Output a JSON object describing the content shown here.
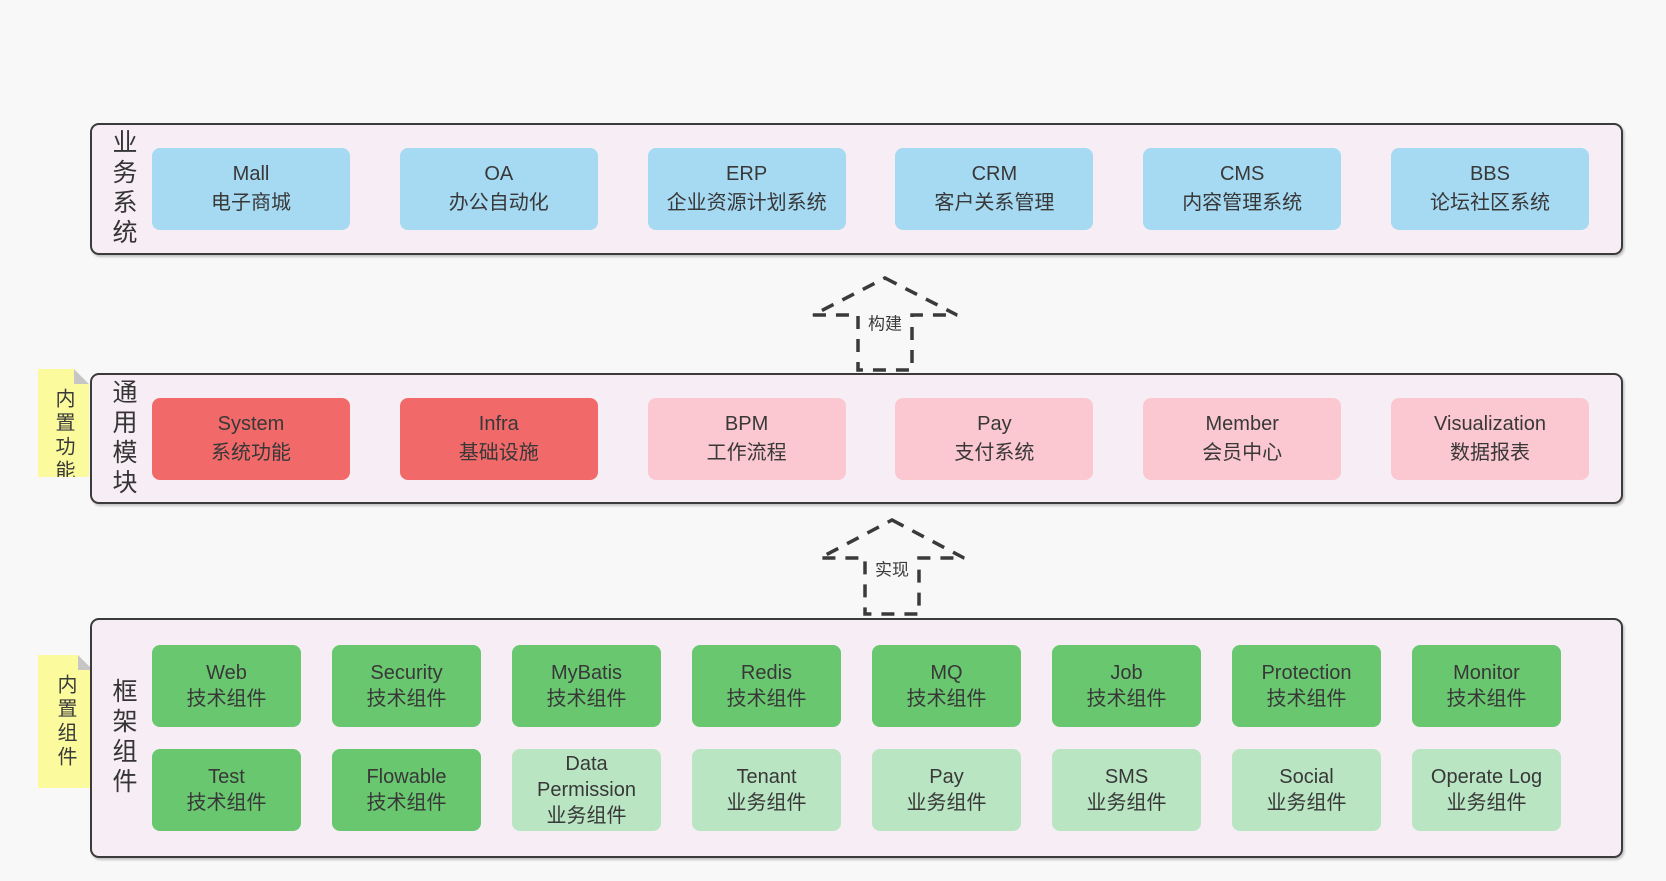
{
  "diagram": {
    "colors": {
      "canvas_bg": "#f8f8f8",
      "container_bg": "#f7edf4",
      "container_border": "#3b3b3b",
      "blue": "#a6d9f2",
      "red": "#f2696a",
      "pink": "#fbc8d1",
      "green": "#68c76f",
      "lightgreen": "#b9e5c3",
      "sticky_bg": "#fbfb9e",
      "sticky_fold": "#c6c6c6",
      "text": "#383838"
    },
    "arrows": [
      {
        "label": "构建"
      },
      {
        "label": "实现"
      }
    ],
    "layers": [
      {
        "id": "business-systems",
        "label": "业务系统",
        "sticky": null,
        "rows": [
          [
            {
              "name": "Mall",
              "desc": "电子商城",
              "type": "blue"
            },
            {
              "name": "OA",
              "desc": "办公自动化",
              "type": "blue"
            },
            {
              "name": "ERP",
              "desc": "企业资源计划系统",
              "type": "blue"
            },
            {
              "name": "CRM",
              "desc": "客户关系管理",
              "type": "blue"
            },
            {
              "name": "CMS",
              "desc": "内容管理系统",
              "type": "blue"
            },
            {
              "name": "BBS",
              "desc": "论坛社区系统",
              "type": "blue"
            }
          ]
        ]
      },
      {
        "id": "common-modules",
        "label": "通用模块",
        "sticky": "内置功能",
        "rows": [
          [
            {
              "name": "System",
              "desc": "系统功能",
              "type": "red"
            },
            {
              "name": "Infra",
              "desc": "基础设施",
              "type": "red"
            },
            {
              "name": "BPM",
              "desc": "工作流程",
              "type": "pink"
            },
            {
              "name": "Pay",
              "desc": "支付系统",
              "type": "pink"
            },
            {
              "name": "Member",
              "desc": "会员中心",
              "type": "pink"
            },
            {
              "name": "Visualization",
              "desc": "数据报表",
              "type": "pink"
            }
          ]
        ]
      },
      {
        "id": "framework-components",
        "label": "框架组件",
        "sticky": "内置组件",
        "rows": [
          [
            {
              "name": "Web",
              "desc": "技术组件",
              "type": "green"
            },
            {
              "name": "Security",
              "desc": "技术组件",
              "type": "green"
            },
            {
              "name": "MyBatis",
              "desc": "技术组件",
              "type": "green"
            },
            {
              "name": "Redis",
              "desc": "技术组件",
              "type": "green"
            },
            {
              "name": "MQ",
              "desc": "技术组件",
              "type": "green"
            },
            {
              "name": "Job",
              "desc": "技术组件",
              "type": "green"
            },
            {
              "name": "Protection",
              "desc": "技术组件",
              "type": "green"
            },
            {
              "name": "Monitor",
              "desc": "技术组件",
              "type": "green"
            }
          ],
          [
            {
              "name": "Test",
              "desc": "技术组件",
              "type": "green"
            },
            {
              "name": "Flowable",
              "desc": "技术组件",
              "type": "green"
            },
            {
              "name": "Data Permission",
              "desc": "业务组件",
              "type": "lightgreen"
            },
            {
              "name": "Tenant",
              "desc": "业务组件",
              "type": "lightgreen"
            },
            {
              "name": "Pay",
              "desc": "业务组件",
              "type": "lightgreen"
            },
            {
              "name": "SMS",
              "desc": "业务组件",
              "type": "lightgreen"
            },
            {
              "name": "Social",
              "desc": "业务组件",
              "type": "lightgreen"
            },
            {
              "name": "Operate Log",
              "desc": "业务组件",
              "type": "lightgreen"
            }
          ]
        ]
      }
    ]
  }
}
